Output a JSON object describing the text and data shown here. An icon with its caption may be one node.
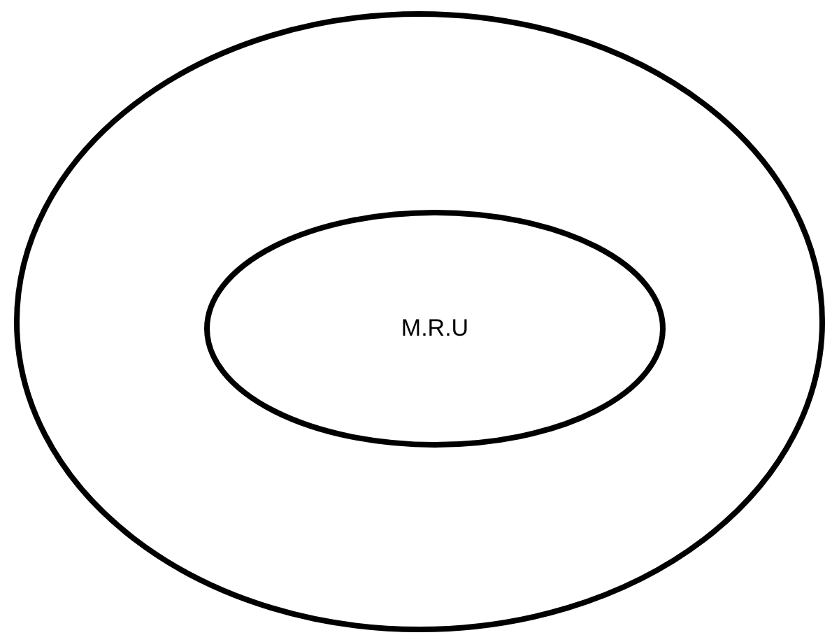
{
  "diagram": {
    "nodes": [
      {
        "text": [],
        "shape": "ellipse"
      },
      {
        "text": [
          "M.R.U"
        ],
        "in": 0
      }
    ]
  }
}
